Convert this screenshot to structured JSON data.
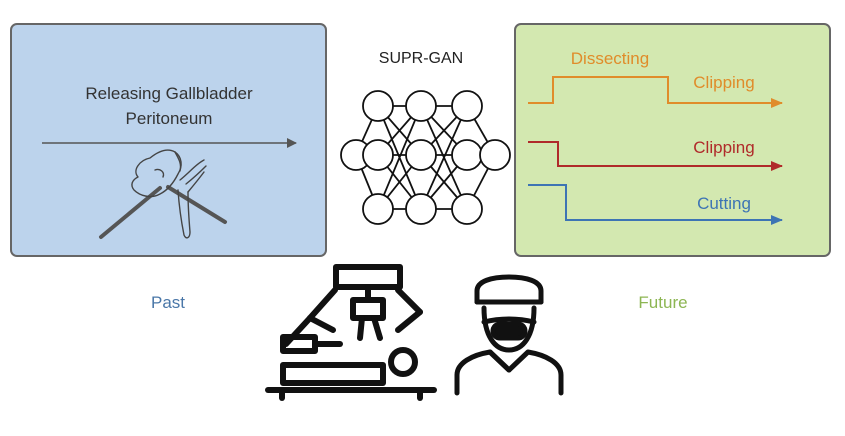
{
  "model_label": "SUPR-GAN",
  "past": {
    "phase_text_line1": "Releasing Gallbladder",
    "phase_text_line2": "Peritoneum",
    "caption": "Past"
  },
  "future": {
    "caption": "Future",
    "tracks": [
      {
        "labels": [
          "Dissecting",
          "Clipping"
        ],
        "color": "#e08c2a"
      },
      {
        "labels": [
          "Clipping"
        ],
        "color": "#b02a2a"
      },
      {
        "labels": [
          "Cutting"
        ],
        "color": "#3d74b4"
      }
    ]
  },
  "colors": {
    "past_box_fill": "#bcd3ec",
    "future_box_fill": "#d3e8b0",
    "box_stroke": "#666666",
    "past_caption": "#4a77a8",
    "future_caption": "#8db653",
    "network": "#111111"
  },
  "icons": [
    "gallbladder-sketch-icon",
    "neural-network-icon",
    "surgical-robot-icon",
    "surgeon-icon"
  ]
}
